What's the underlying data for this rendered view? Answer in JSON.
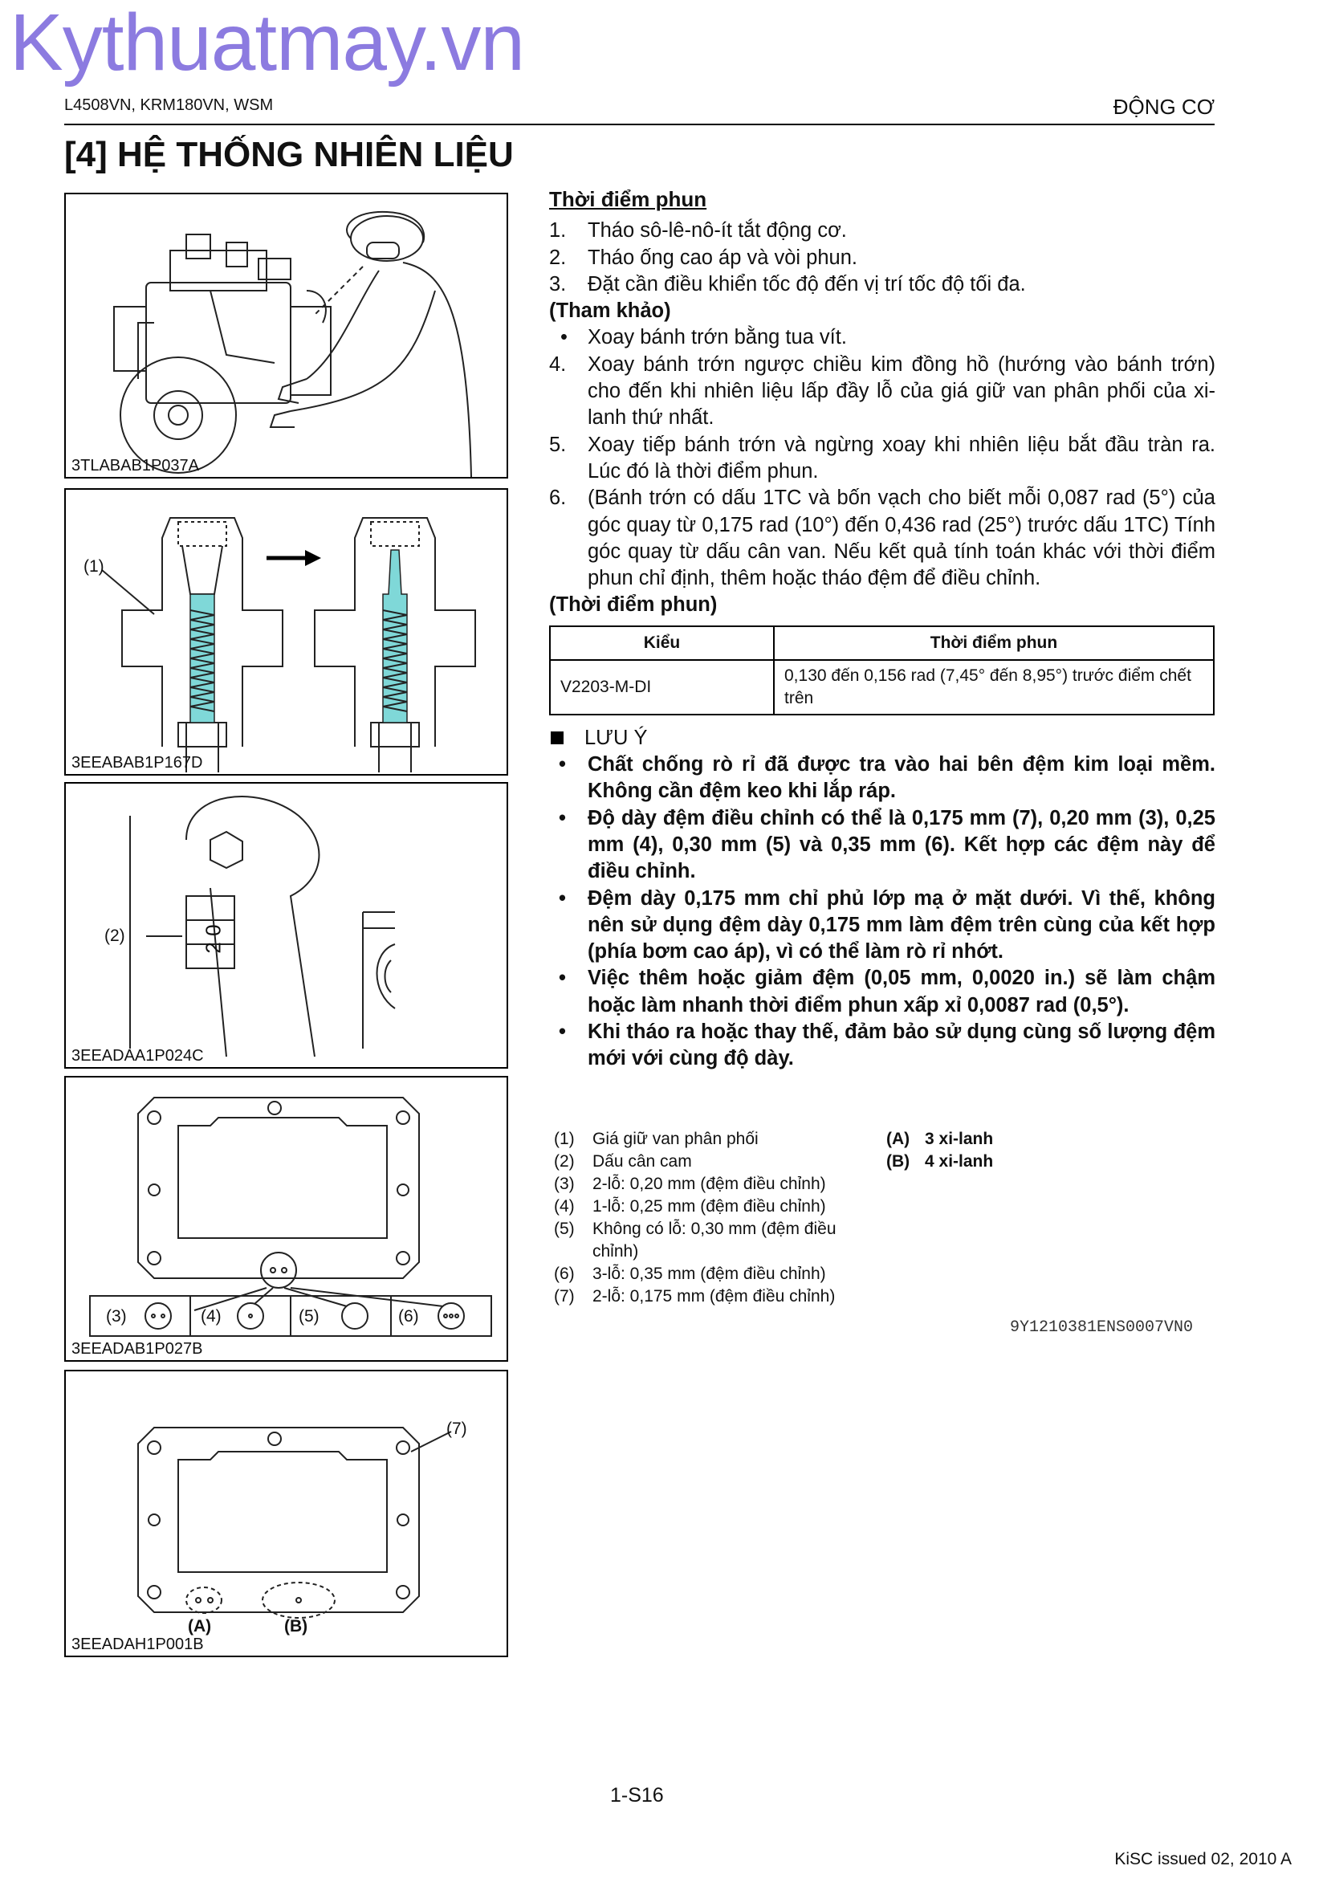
{
  "watermark": "Kythuatmay.vn",
  "header": {
    "left": "L4508VN, KRM180VN, WSM",
    "right": "ĐỘNG CƠ"
  },
  "title": "[4]  HỆ THỐNG NHIÊN LIỆU",
  "figures": {
    "fig1": {
      "code": "3TLABAB1P037A"
    },
    "fig2": {
      "code": "3EEABAB1P167D",
      "callout": "(1)"
    },
    "fig3": {
      "code": "3EEADAA1P024C",
      "callout": "(2)",
      "mark": "2 0"
    },
    "fig4": {
      "code": "3EEADAB1P027B",
      "labels": [
        "(3)",
        "(4)",
        "(5)",
        "(6)"
      ]
    },
    "fig5": {
      "code": "3EEADAH1P001B",
      "callout": "(7)",
      "labelA": "(A)",
      "labelB": "(B)"
    }
  },
  "section": {
    "title": "Thời điểm phun",
    "steps": [
      {
        "n": "1.",
        "text": "Tháo sô-lê-nô-ít tắt động cơ."
      },
      {
        "n": "2.",
        "text": "Tháo ống cao áp và vòi phun."
      },
      {
        "n": "3.",
        "text": "Đặt cần điều khiển tốc độ đến vị trí tốc độ tối đa."
      }
    ],
    "ref_label": "(Tham khảo)",
    "ref_bullet": "Xoay bánh trớn bằng tua vít.",
    "steps2": [
      {
        "n": "4.",
        "text": "Xoay bánh trớn ngược chiều kim đồng hồ (hướng vào bánh trớn) cho đến khi nhiên liệu lấp đầy lỗ của giá giữ van phân phối của xi-lanh thứ nhất."
      },
      {
        "n": "5.",
        "text": "Xoay tiếp bánh trớn và ngừng xoay khi nhiên liệu bắt đầu tràn ra. Lúc đó là thời điểm phun."
      },
      {
        "n": "6.",
        "text": "(Bánh trớn có dấu 1TC và bốn vạch cho biết mỗi 0,087 rad (5°) của góc quay từ 0,175 rad (10°) đến 0,436 rad (25°) trước dấu 1TC) Tính góc quay từ dấu cân van. Nếu kết quả tính toán khác với thời điểm phun chỉ định, thêm hoặc tháo đệm để điều chỉnh."
      }
    ],
    "spec_label": "(Thời điểm phun)",
    "table": {
      "headers": [
        "Kiểu",
        "Thời điểm phun"
      ],
      "row": [
        "V2203-M-DI",
        "0,130 đến 0,156 rad (7,45° đến 8,95°) trước điểm chết trên"
      ]
    },
    "note_title": "LƯU Ý",
    "notes": [
      "Chất chống rò rỉ đã được tra vào hai bên đệm kim loại mềm. Không cần đệm keo khi lắp ráp.",
      "Độ dày đệm điều chỉnh có thể là 0,175 mm (7), 0,20 mm (3), 0,25 mm (4), 0,30 mm (5) và 0,35 mm (6). Kết hợp các đệm này để điều chỉnh.",
      "Đệm dày 0,175 mm chỉ phủ lớp mạ ở mặt dưới. Vì thế, không nên sử dụng đệm dày 0,175 mm làm đệm trên cùng của kết hợp (phía bơm cao áp), vì có thể làm rò rỉ nhớt.",
      "Việc thêm hoặc giảm đệm (0,05 mm, 0,0020 in.) sẽ làm chậm hoặc làm nhanh thời điểm phun xấp xỉ 0,0087 rad (0,5°).",
      "Khi tháo ra hoặc thay thế, đảm bảo sử dụng cùng số lượng đệm mới với cùng độ dày."
    ]
  },
  "legend": [
    {
      "k": "(1)",
      "v": "Giá giữ van phân phối"
    },
    {
      "k": "(2)",
      "v": "Dấu cân cam"
    },
    {
      "k": "(3)",
      "v": "2-lỗ: 0,20 mm (đệm điều chỉnh)"
    },
    {
      "k": "(4)",
      "v": "1-lỗ: 0,25 mm (đệm điều chỉnh)"
    },
    {
      "k": "(5)",
      "v": "Không có lỗ: 0,30 mm (đệm điều chỉnh)"
    },
    {
      "k": "(6)",
      "v": "3-lỗ: 0,35 mm (đệm điều chỉnh)"
    },
    {
      "k": "(7)",
      "v": "2-lỗ: 0,175 mm (đệm điều chỉnh)"
    }
  ],
  "legend2": [
    {
      "k": "(A)",
      "v": "3 xi-lanh"
    },
    {
      "k": "(B)",
      "v": "4 xi-lanh"
    }
  ],
  "doc_code": "9Y1210381ENS0007VN0",
  "page_number": "1-S16",
  "issued": "KiSC issued 02, 2010 A",
  "colors": {
    "watermark": "#8c7be0",
    "fuel_highlight": "#7fd8d8"
  }
}
